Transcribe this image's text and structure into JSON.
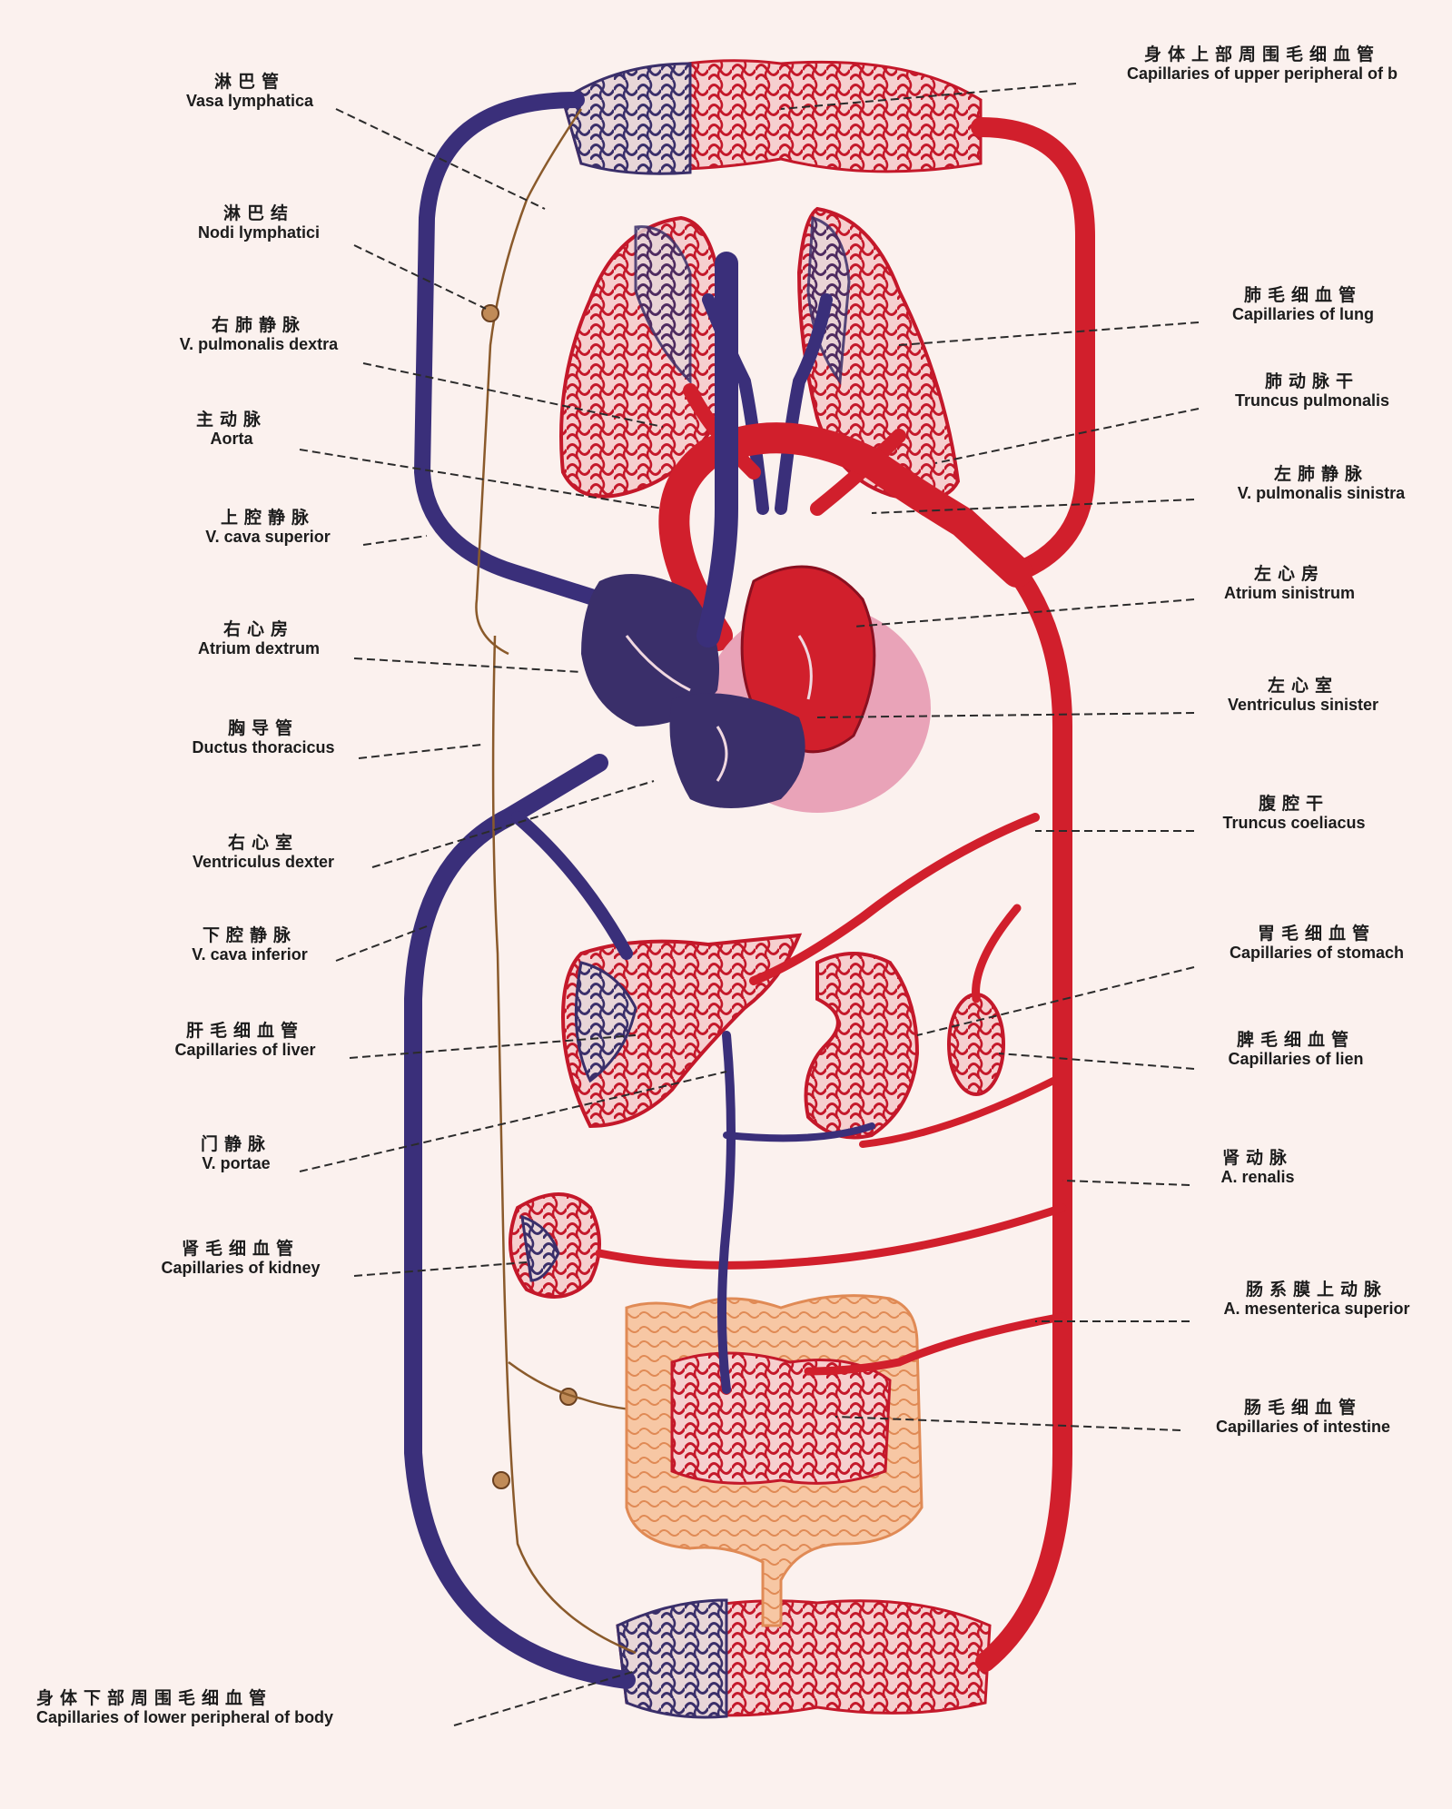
{
  "labels": {
    "vasa_lymphatica": {
      "zh": "淋巴管",
      "la": "Vasa lymphatica"
    },
    "nodi_lymphatici": {
      "zh": "淋巴结",
      "la": "Nodi lymphatici"
    },
    "v_pulm_dextra": {
      "zh": "右肺静脉",
      "la": "V. pulmonalis dextra"
    },
    "aorta": {
      "zh": "主动脉",
      "la": "Aorta"
    },
    "v_cava_sup": {
      "zh": "上腔静脉",
      "la": "V. cava superior"
    },
    "atrium_dextrum": {
      "zh": "右心房",
      "la": "Atrium dextrum"
    },
    "ductus_thoracicus": {
      "zh": "胸导管",
      "la": "Ductus thoracicus"
    },
    "ventriculus_dexter": {
      "zh": "右心室",
      "la": "Ventriculus dexter"
    },
    "v_cava_inf": {
      "zh": "下腔静脉",
      "la": "V. cava inferior"
    },
    "cap_liver": {
      "zh": "肝毛细血管",
      "la": "Capillaries of liver"
    },
    "v_portae": {
      "zh": "门静脉",
      "la": "V. portae"
    },
    "cap_kidney": {
      "zh": "肾毛细血管",
      "la": "Capillaries of kidney"
    },
    "cap_lower_body": {
      "zh": "身体下部周围毛细血管",
      "la": "Capillaries of lower peripheral of body"
    },
    "cap_upper_body": {
      "zh": "身体上部周围毛细血管",
      "la": "Capillaries of upper peripheral of b"
    },
    "cap_lung": {
      "zh": "肺毛细血管",
      "la": "Capillaries of lung"
    },
    "truncus_pulmonalis": {
      "zh": "肺动脉干",
      "la": "Truncus pulmonalis"
    },
    "v_pulm_sinistra": {
      "zh": "左肺静脉",
      "la": "V. pulmonalis sinistra"
    },
    "atrium_sinistrum": {
      "zh": "左心房",
      "la": "Atrium sinistrum"
    },
    "ventriculus_sinister": {
      "zh": "左心室",
      "la": "Ventriculus sinister"
    },
    "truncus_coeliacus": {
      "zh": "腹腔干",
      "la": "Truncus coeliacus"
    },
    "cap_stomach": {
      "zh": "胃毛细血管",
      "la": "Capillaries of stomach"
    },
    "cap_lien": {
      "zh": "脾毛细血管",
      "la": "Capillaries of lien"
    },
    "a_renalis": {
      "zh": "肾动脉",
      "la": "A. renalis"
    },
    "a_mesenterica_sup": {
      "zh": "肠系膜上动脉",
      "la": "A. mesenterica superior"
    },
    "cap_intestine": {
      "zh": "肠毛细血管",
      "la": "Capillaries of intestine"
    }
  },
  "colors": {
    "arterial": "#d11f2c",
    "venous": "#3a2f7a",
    "lymph": "#8a5a2b",
    "background": "#fbf1ee"
  }
}
